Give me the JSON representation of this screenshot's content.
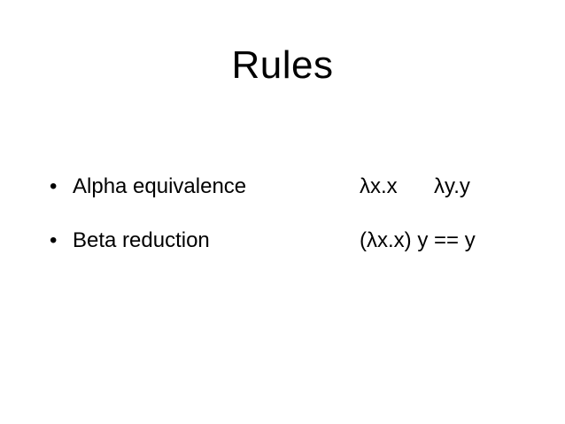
{
  "slide": {
    "title": "Rules",
    "bullet_glyph": "•",
    "rules": [
      {
        "term": "Alpha equivalence",
        "example_left": "λx.x",
        "example_right": "λy.y"
      },
      {
        "term": "Beta reduction",
        "example": "(λx.x) y == y"
      }
    ]
  }
}
